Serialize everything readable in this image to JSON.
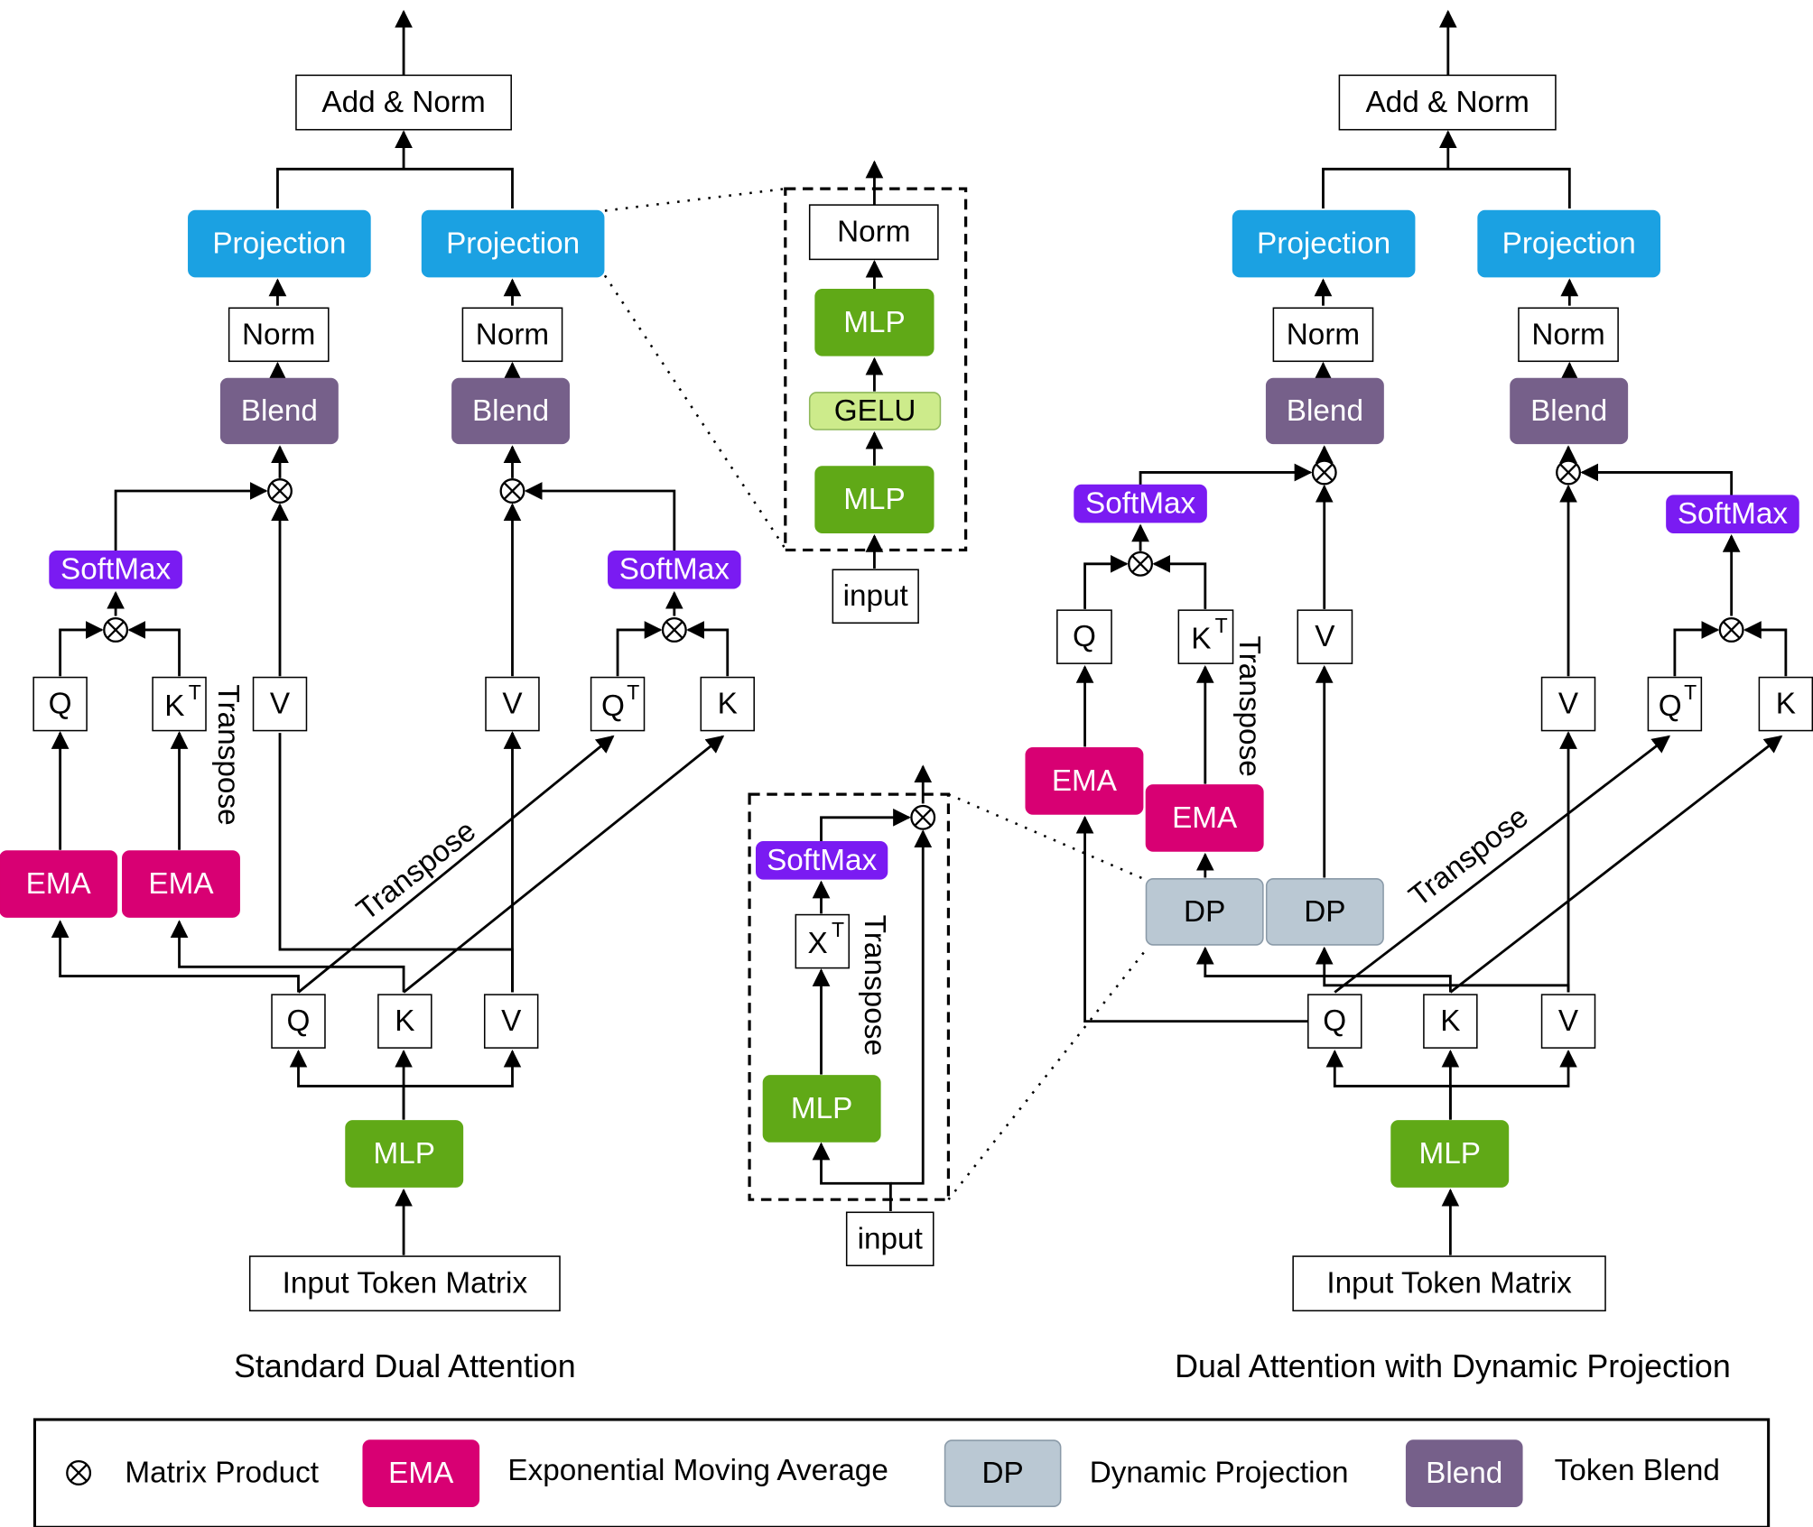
{
  "labels": {
    "add_norm": "Add  & Norm",
    "projection": "Projection",
    "norm": "Norm",
    "blend": "Blend",
    "softmax": "SoftMax",
    "q": "Q",
    "k": "K",
    "v": "V",
    "t": "T",
    "x": "X",
    "ema": "EMA",
    "dp": "DP",
    "mlp": "MLP",
    "gelu": "GELU",
    "input": "input",
    "input_token_matrix": "Input Token Matrix",
    "transpose": "Transpose"
  },
  "captions": {
    "left": "Standard Dual Attention",
    "right": "Dual Attention with Dynamic Projection"
  },
  "legend": {
    "matrix_product": "Matrix Product",
    "ema_badge": "EMA",
    "ema_text": "Exponential Moving Average",
    "dp_badge": "DP",
    "dp_text": "Dynamic Projection",
    "blend_badge": "Blend",
    "blend_text": "Token Blend"
  },
  "colors": {
    "projection": "#1ba1e2",
    "blend": "#76608a",
    "softmax": "#7a1bf2",
    "ema": "#d80073",
    "mlp": "#60a917",
    "gelu": "#cdeb8b",
    "dp": "#bac8d3"
  }
}
